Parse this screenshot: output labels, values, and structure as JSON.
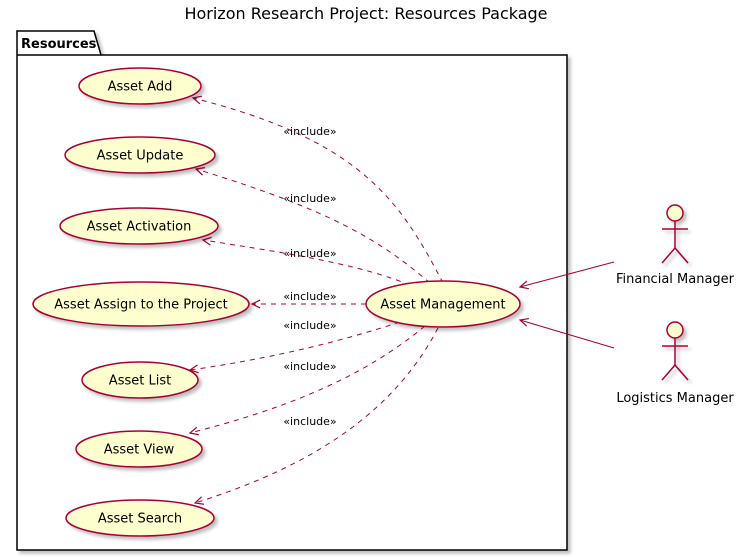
{
  "title": "Horizon Research Project: Resources Package",
  "package": {
    "name": "Resources"
  },
  "hub": "Asset Management",
  "usecases": [
    {
      "id": "add",
      "label": "Asset Add"
    },
    {
      "id": "update",
      "label": "Asset Update"
    },
    {
      "id": "activation",
      "label": "Asset Activation"
    },
    {
      "id": "assign",
      "label": "Asset Assign to the Project"
    },
    {
      "id": "list",
      "label": "Asset List"
    },
    {
      "id": "view",
      "label": "Asset View"
    },
    {
      "id": "search",
      "label": "Asset Search"
    }
  ],
  "include_label": "«include»",
  "actors": [
    {
      "id": "financial",
      "label": "Financial Manager"
    },
    {
      "id": "logistics",
      "label": "Logistics Manager"
    }
  ],
  "colors": {
    "usecase_fill": "#FEFECE",
    "stroke": "#A80036",
    "package_stroke": "#000000"
  }
}
